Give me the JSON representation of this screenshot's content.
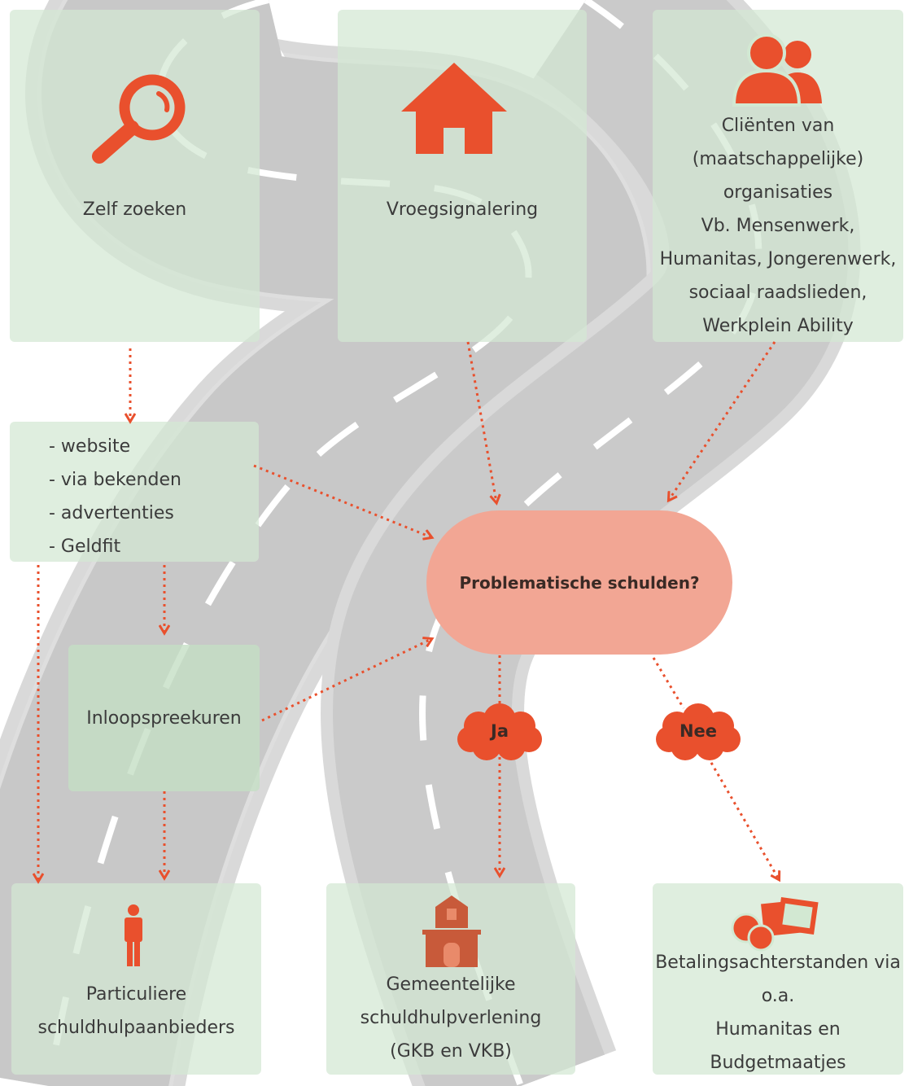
{
  "boxes": {
    "self_search": {
      "label": "Zelf zoeken",
      "icon": "magnifier-icon"
    },
    "early_signaling": {
      "label": "Vroegsignalering",
      "icon": "house-icon"
    },
    "clients": {
      "icon": "people-icon",
      "lines": [
        "Cliënten van",
        "(maatschappelijke)",
        "organisaties",
        "Vb. Mensenwerk,",
        "Humanitas, Jongerenwerk,",
        "sociaal raadslieden,",
        "Werkplein Ability"
      ]
    },
    "channels": {
      "items": [
        "- website",
        "- via bekenden",
        "- advertenties",
        "- Geldfit"
      ]
    },
    "walk_in": {
      "label": "Inloopspreekuren"
    },
    "private": {
      "icon": "person-icon",
      "lines": [
        "Particuliere",
        "schuldhulpaanbieders"
      ]
    },
    "municipal": {
      "icon": "town-hall-icon",
      "lines": [
        "Gemeentelijke",
        "schuldhulpverlening",
        "(GKB en VKB)"
      ]
    },
    "arrears": {
      "icon": "documents-coins-icon",
      "lines": [
        "Betalingsachterstanden via",
        "o.a.",
        "Humanitas en",
        "Budgetmaatjes"
      ]
    }
  },
  "decision": {
    "label": "Problematische schulden?"
  },
  "answers": {
    "yes": "Ja",
    "no": "Nee"
  },
  "colors": {
    "accent": "#e9502d",
    "box_fill": "#d2e8d2",
    "decision_fill": "#f2a694",
    "road": "#cfcfcf",
    "road_marking": "#ffffff"
  }
}
